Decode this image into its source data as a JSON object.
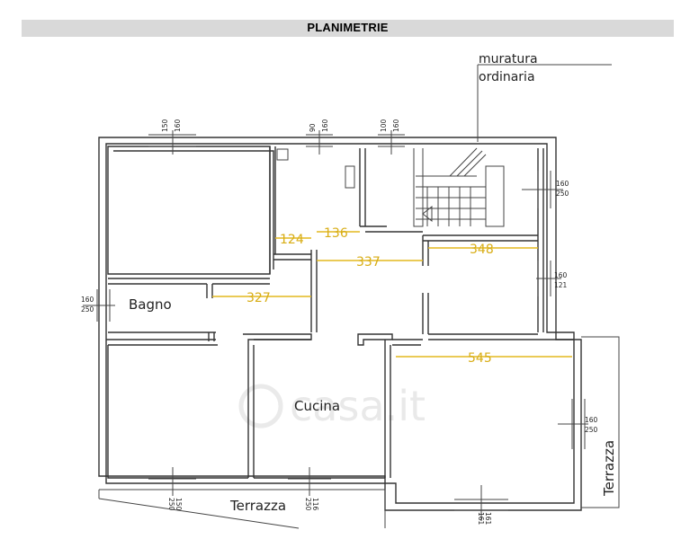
{
  "header": {
    "title": "PLANIMETRIE"
  },
  "annotation": {
    "line1": "muratura",
    "line2": "ordinaria"
  },
  "rooms": {
    "bagno": "Bagno",
    "cucina": "Cucina",
    "terrazza_bottom": "Terrazza",
    "terrazza_right": "Terrazza"
  },
  "dimensions": {
    "d124": "124",
    "d136": "136",
    "d337": "337",
    "d348": "348",
    "d327": "327",
    "d545": "545"
  },
  "windows": {
    "top_left": {
      "a": "160",
      "b": "150"
    },
    "top_mid": {
      "a": "160",
      "b": "90"
    },
    "top_right": {
      "a": "160",
      "b": "100"
    },
    "right_upper": {
      "a": "160",
      "b": "250"
    },
    "right_mid": {
      "a": "160",
      "b": "121"
    },
    "left_bagno": {
      "a": "160",
      "b": "250"
    },
    "right_lower": {
      "a": "160",
      "b": "250"
    },
    "bottom_left": {
      "a": "150",
      "b": "250"
    },
    "bottom_mid": {
      "a": "116",
      "b": "250"
    },
    "bottom_right": {
      "a": "161",
      "b": "161"
    }
  },
  "watermark": "casa.it"
}
